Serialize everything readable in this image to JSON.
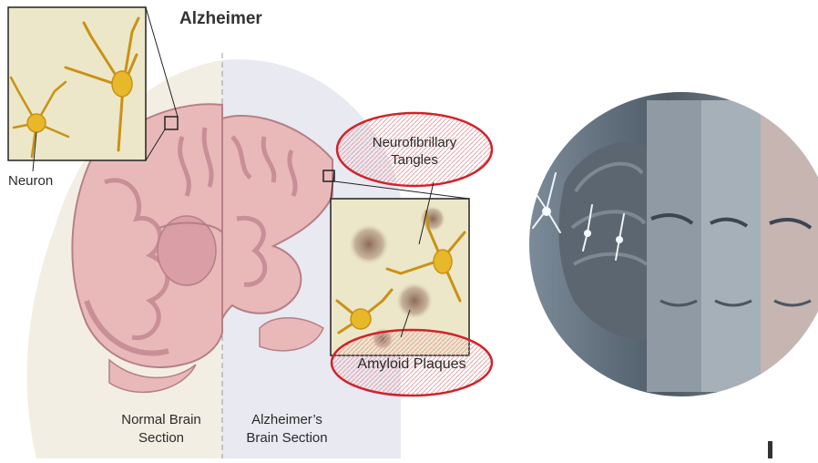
{
  "diagram": {
    "title": "Alzheimer",
    "labels": {
      "neuron": "Neuron",
      "tangles_line1": "Neurofibrillary",
      "tangles_line2": "Tangles",
      "plaques": "Amyloid Plaques",
      "normal_line1": "Normal Brain",
      "normal_line2": "Section",
      "alz_line1": "Alzheimer’s",
      "alz_line2": "Brain Section"
    }
  },
  "colors": {
    "background_left": "#f3eee4",
    "background_right": "#e8e9f1",
    "brain_tissue": "#e9b9b9",
    "brain_stroke": "#b67f86",
    "neuron_yellow": "#e7b82a",
    "highlight_red": "#d2222a",
    "highlight_fill": "#f0b5b9",
    "inset_bg": "#ece7c8",
    "photo_bg": "#5f6f7e"
  },
  "photo": {
    "icon": "aging-faces-montage-image"
  }
}
